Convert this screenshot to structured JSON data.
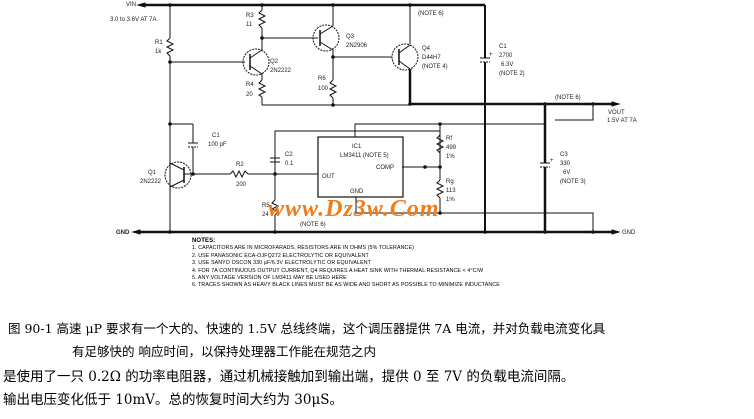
{
  "schematic": {
    "vin_label": "VIN",
    "vin_spec": "3.0 to 3.6V AT 7A",
    "vout_label": "VOUT",
    "vout_spec": "1.5V AT 7A",
    "gnd_left": "GND",
    "gnd_right": "GND",
    "components": {
      "r1": [
        "R1",
        "1k"
      ],
      "r3": [
        "R3",
        "11"
      ],
      "r4": [
        "R4",
        "20"
      ],
      "r6": [
        "R6",
        "100"
      ],
      "q1": [
        "Q1",
        "2N2222"
      ],
      "q2": [
        "Q2",
        "2N2222"
      ],
      "q3": [
        "Q3",
        "2N2906"
      ],
      "q4": [
        "Q4",
        "D44H7",
        "(NOTE 4)"
      ],
      "c1": [
        "C1",
        "2700",
        "6.3V",
        "(NOTE 2)"
      ],
      "c_small": [
        "C1",
        "100 pF"
      ],
      "c2": [
        "C2",
        "0.1"
      ],
      "r2": [
        "R2",
        "200"
      ],
      "r5": [
        "R5",
        "24"
      ],
      "ic": [
        "IC1",
        "LM3411 (NOTE 5)",
        "OUT",
        "COMP",
        "GND"
      ],
      "rf": [
        "Rf",
        "499",
        "1%"
      ],
      "rg": [
        "Rg",
        "113",
        "1%"
      ],
      "c3": [
        "C3",
        "330",
        "6V",
        "(NOTE 3)"
      ]
    },
    "note_refs": {
      "top": "(NOTE 6)",
      "right": "(NOTE 6)",
      "bottom": "(NOTE 6)"
    },
    "watermark": "www.Dz3w.Com"
  },
  "notes": {
    "title": "NOTES:",
    "items": [
      "1. CAPACITORS ARE IN MICROFARADS, RESISTORS ARE IN OHMS (5% TOLERANCE)",
      "2. USE PANASONIC ECA-OJFQ272 ELECTROLYTIC OR EQUIVALENT",
      "3. USE SANYO OSCON 330 µF/6.3V ELECTROLYTIC OR EQUIVALENT",
      "4. FOR 7A CONTINUOUS OUTPUT CURRENT, Q4 REQUIRES A HEAT SINK WITH THERMAL RESISTANCE < 4°C/W",
      "5. ANY VOLTAGE VERSION OF LM3411 MAY BE USED HERE",
      "6. TRACES SHOWN AS HEAVY BLACK LINES MUST BE AS WIDE AND SHORT AS POSSIBLE TO MINIMIZE INDUCTANCE"
    ]
  },
  "caption": {
    "line1": "图 90-1   高速 μP 要求有一个大的、快速的 1.5V 总线终端，这个调压器提供 7A 电流，并对负载电流变化具",
    "line2": "有足够快的 响应时间，以保持处理器工作能在规范之内",
    "line3": "是使用了一只 0.2Ω 的功率电阻器，通过机械接触加到输出端，提供 0 至 7V 的负载电流间隔。",
    "line4": "输出电压变化低于 10mV。总的恢复时间大约为 30μS。"
  }
}
